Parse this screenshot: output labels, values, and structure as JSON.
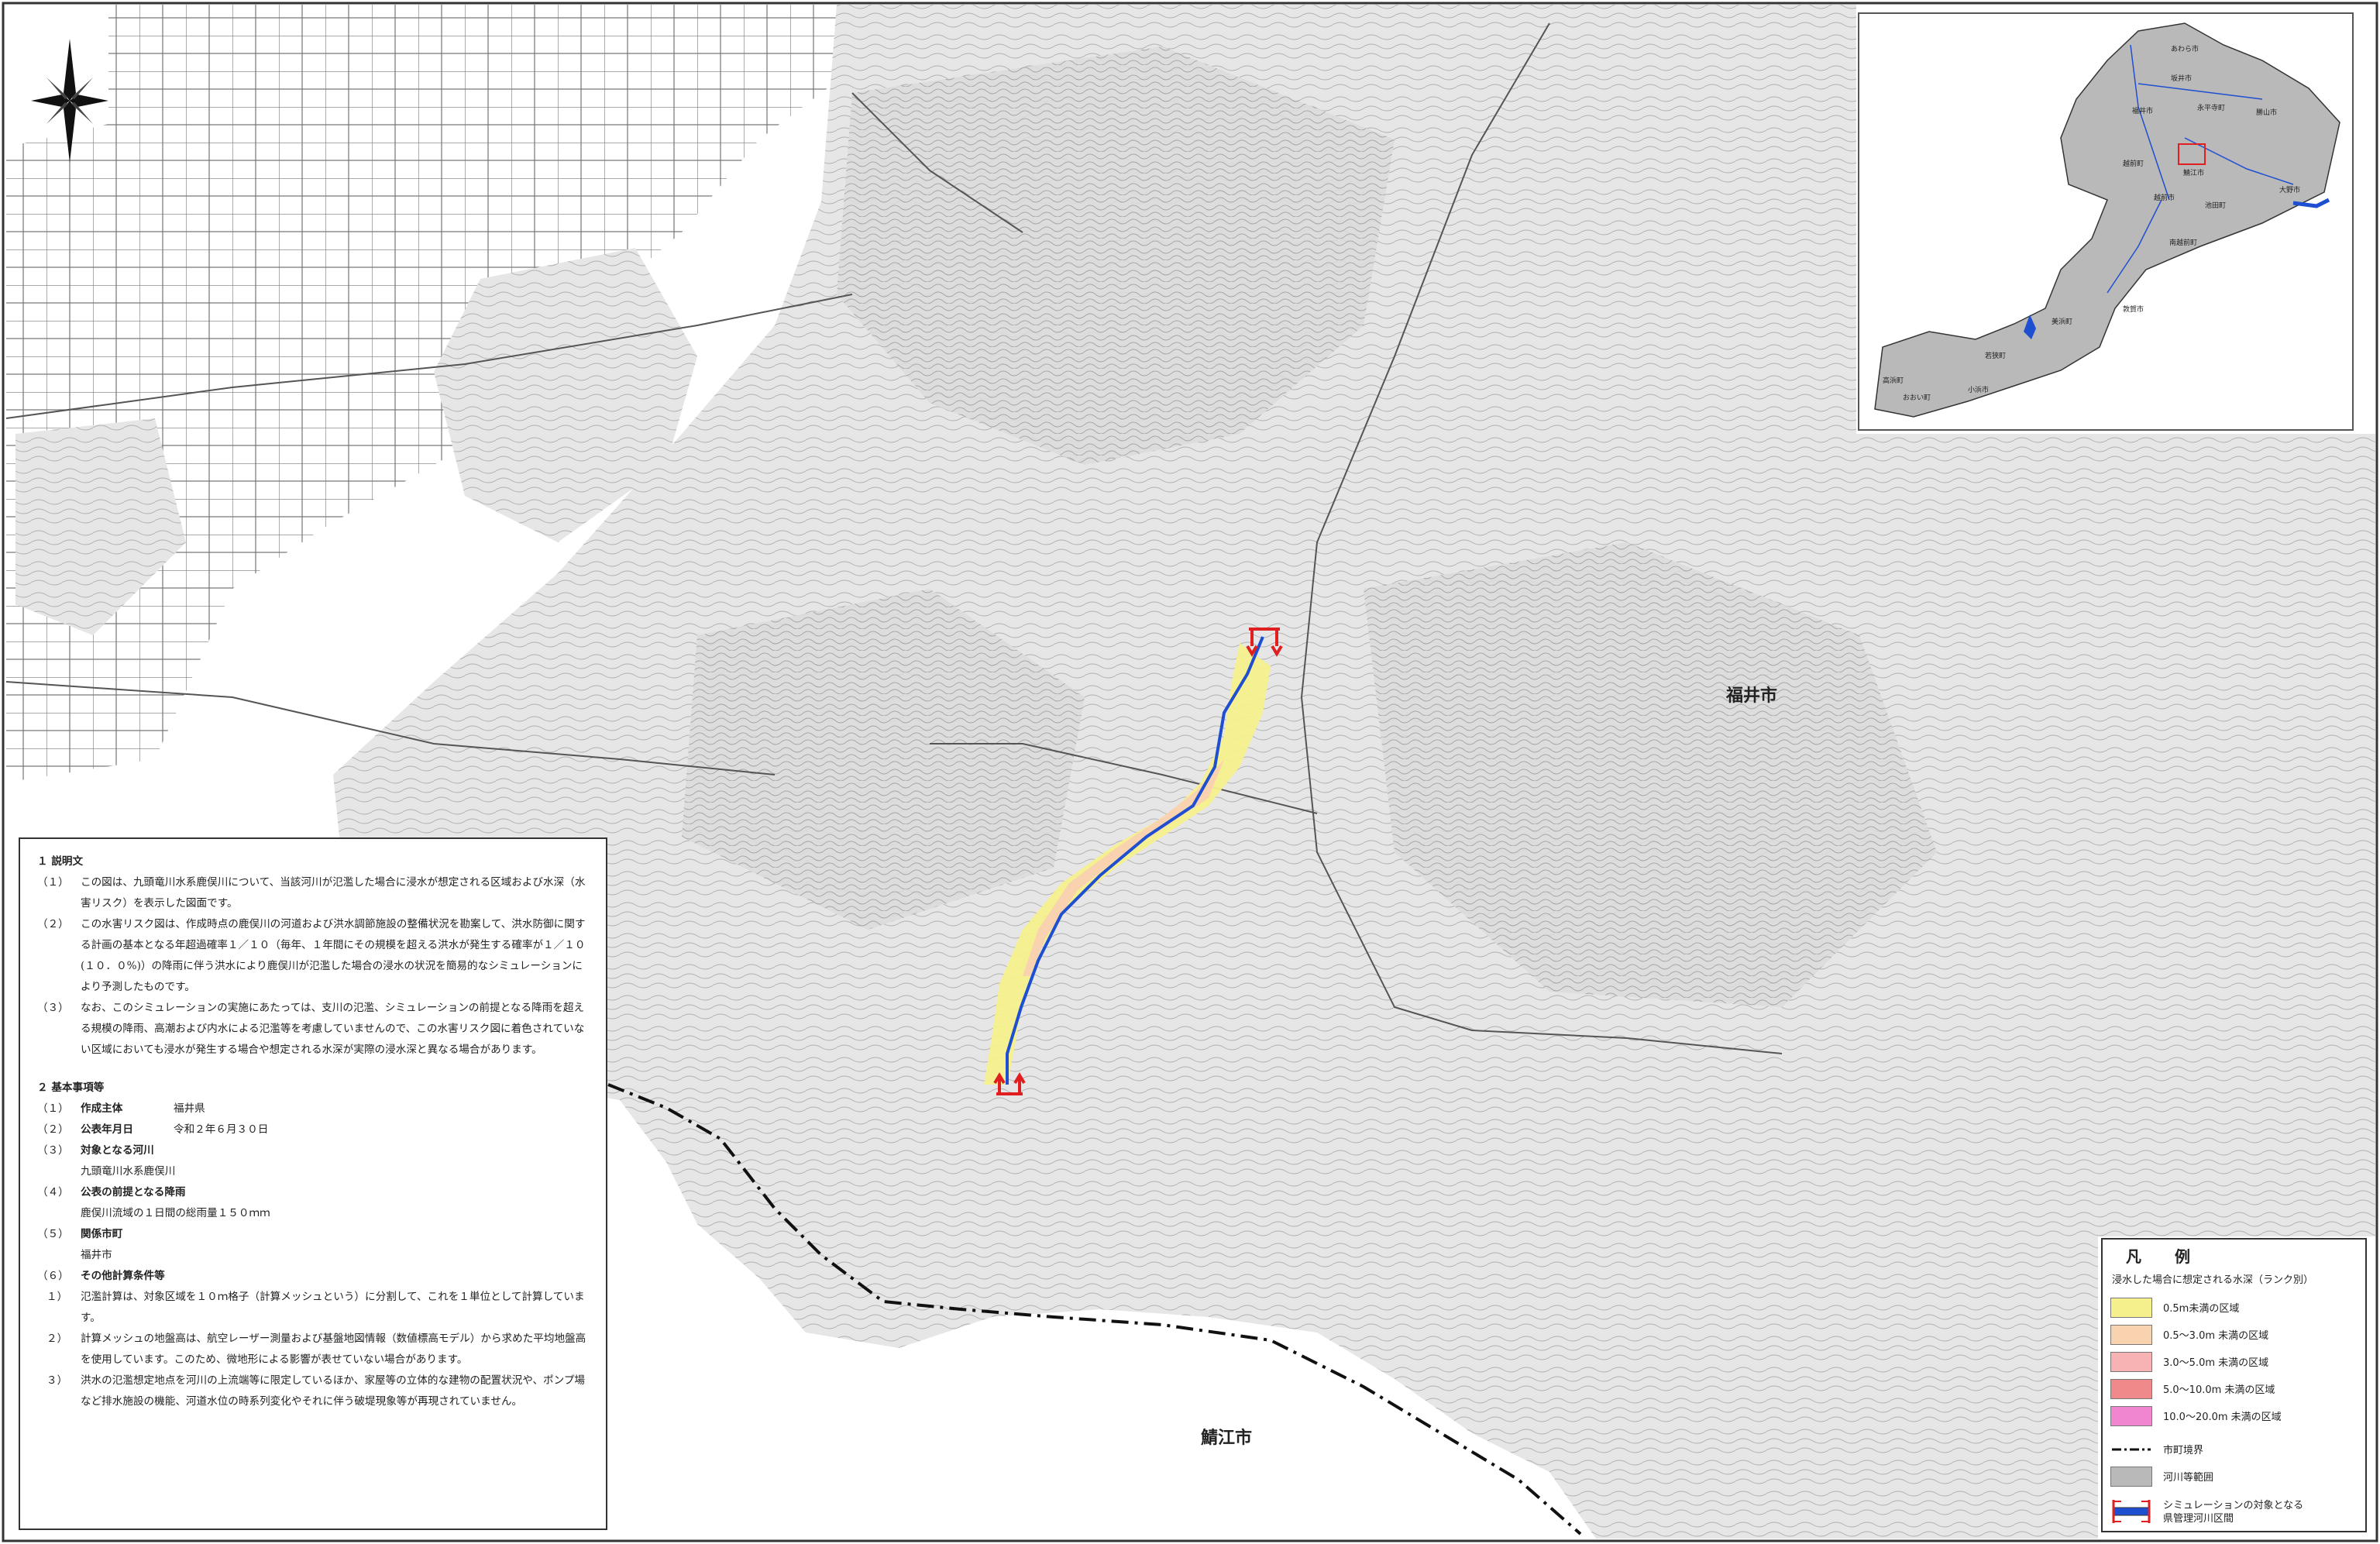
{
  "cities": {
    "fukui": "福井市",
    "sabae": "鯖江市"
  },
  "explanation": {
    "section1_title": "１ 説明文",
    "items": [
      {
        "num": "（１）",
        "text": "この図は、九頭竜川水系鹿俣川について、当該河川が氾濫した場合に浸水が想定される区域および水深（水害リスク）を表示した図面です。"
      },
      {
        "num": "（２）",
        "text": "この水害リスク図は、作成時点の鹿俣川の河道および洪水調節施設の整備状況を勘案して、洪水防御に関する計画の基本となる年超過確率１／１０（毎年、１年間にその規模を超える洪水が発生する確率が１／１０(１０．０%)）の降雨に伴う洪水により鹿俣川が氾濫した場合の浸水の状況を簡易的なシミュレーションにより予測したものです。"
      },
      {
        "num": "（３）",
        "text": "なお、このシミュレーションの実施にあたっては、支川の氾濫、シミュレーションの前提となる降雨を超える規模の降雨、高潮および内水による氾濫等を考慮していませんので、この水害リスク図に着色されていない区域においても浸水が発生する場合や想定される水深が実際の浸水深と異なる場合があります。"
      }
    ],
    "section2_title": "２ 基本事項等",
    "basic": [
      {
        "num": "（１）",
        "key": "作成主体",
        "value": "福井県"
      },
      {
        "num": "（２）",
        "key": "公表年月日",
        "value": "令和２年６月３０日"
      }
    ],
    "target_river": {
      "num": "（３）",
      "key": "対象となる河川",
      "value": "九頭竜川水系鹿俣川"
    },
    "rainfall": {
      "num": "（４）",
      "key": "公表の前提となる降雨",
      "value": "鹿俣川流域の１日間の総雨量１５０ｍｍ"
    },
    "municipality": {
      "num": "（５）",
      "key": "関係市町",
      "value": "福井市"
    },
    "other": {
      "num": "（６）",
      "key": "その他計算条件等",
      "items": [
        {
          "num": "１）",
          "text": "氾濫計算は、対象区域を１０ｍ格子（計算メッシュという）に分割して、これを１単位として計算しています。"
        },
        {
          "num": "２）",
          "text": "計算メッシュの地盤高は、航空レーザー測量および基盤地図情報（数値標高モデル）から求めた平均地盤高を使用しています。このため、微地形による影響が表せていない場合があります。"
        },
        {
          "num": "３）",
          "text": "洪水の氾濫想定地点を河川の上流端等に限定しているほか、家屋等の立体的な建物の配置状況や、ポンプ場など排水施設の機能、河道水位の時系列変化やそれに伴う破堤現象等が再現されていません。"
        }
      ]
    }
  },
  "legend": {
    "title": "凡 例",
    "subtitle": "浸水した場合に想定される水深（ランク別）",
    "depth_ranks": [
      {
        "label": "0.5m未満の区域",
        "color": "#f5f08c"
      },
      {
        "label": "0.5～3.0m 未満の区域",
        "color": "#f9d3b0"
      },
      {
        "label": "3.0～5.0m 未満の区域",
        "color": "#f7b3b3"
      },
      {
        "label": "5.0～10.0m 未満の区域",
        "color": "#f08a8a"
      },
      {
        "label": "10.0～20.0m 未満の区域",
        "color": "#ef86cf"
      }
    ],
    "boundary_label": "市町境界",
    "river_area_label": "河川等範囲",
    "river_area_color": "#b9b9b9",
    "sim_label_1": "シミュレーションの対象となる",
    "sim_label_2": "県管理河川区間",
    "sim_color": "#1f4fd1",
    "arrow_color": "#e02020"
  },
  "inset": {
    "labels": [
      "あわら市",
      "坂井市",
      "福井市",
      "永平寺町",
      "勝山市",
      "鯖江市",
      "越前町",
      "越前市",
      "池田町",
      "大野市",
      "南越前町",
      "敦賀市",
      "美浜町",
      "若狭町",
      "小浜市",
      "おおい町",
      "高浜町"
    ]
  }
}
